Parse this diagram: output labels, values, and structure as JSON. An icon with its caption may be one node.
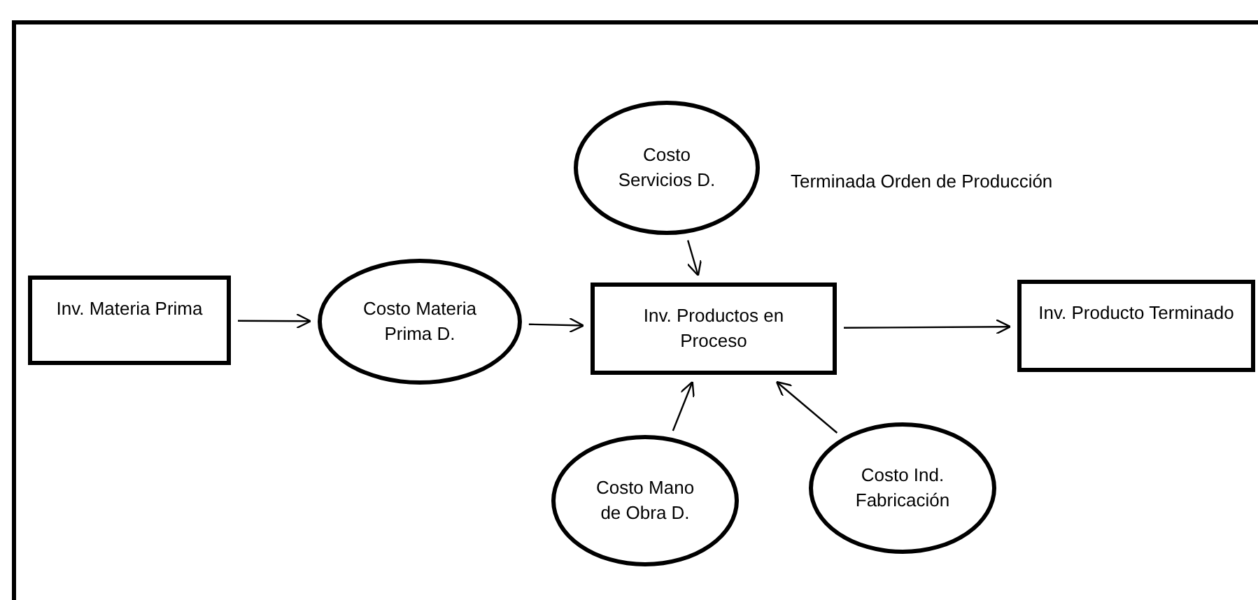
{
  "diagram": {
    "nodes": [
      {
        "text": [
          "Inv. Materia Prima"
        ]
      },
      {
        "text": [
          "Costo Materia Prima D."
        ]
      },
      {
        "text": [
          "Inv. Productos en Proceso"
        ]
      },
      {
        "text": [
          "Inv. Producto Terminado"
        ]
      },
      {
        "text": [
          "Costo Servicios D."
        ]
      },
      {
        "text": [
          "Costo Mano de Obra D."
        ]
      },
      {
        "text": [
          "Costo Ind. Fabricación"
        ]
      }
    ],
    "edges": [
      {
        "from": 0,
        "to": 1,
        "arrow": "to"
      },
      {
        "from": 1,
        "to": 2,
        "arrow": "to"
      },
      {
        "from": 4,
        "to": 2,
        "arrow": "to"
      },
      {
        "from": 2,
        "to": 3,
        "arrow": "to"
      },
      {
        "from": 5,
        "to": 2,
        "arrow": "to"
      },
      {
        "from": 6,
        "to": 2,
        "arrow": "to"
      }
    ],
    "labels": [
      "Terminada Orden de Producción"
    ]
  }
}
